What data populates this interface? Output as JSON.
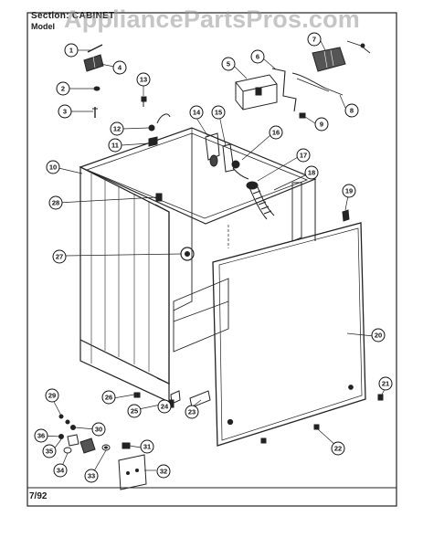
{
  "header": {
    "section_label": "Section:  CABINET",
    "model_label": "Model"
  },
  "watermark": "AppliancePartsPros.com",
  "footer": {
    "date": "7/92"
  },
  "callouts": [
    "1",
    "2",
    "3",
    "4",
    "5",
    "6",
    "7",
    "8",
    "9",
    "10",
    "11",
    "12",
    "13",
    "14",
    "15",
    "16",
    "17",
    "18",
    "19",
    "20",
    "21",
    "22",
    "23",
    "24",
    "25",
    "26",
    "27",
    "28",
    "29",
    "30",
    "31",
    "32",
    "33",
    "34",
    "35",
    "36"
  ],
  "colors": {
    "ink": "#1a1a1a",
    "watermark": "#9a9a9a",
    "paper": "#ffffff"
  }
}
